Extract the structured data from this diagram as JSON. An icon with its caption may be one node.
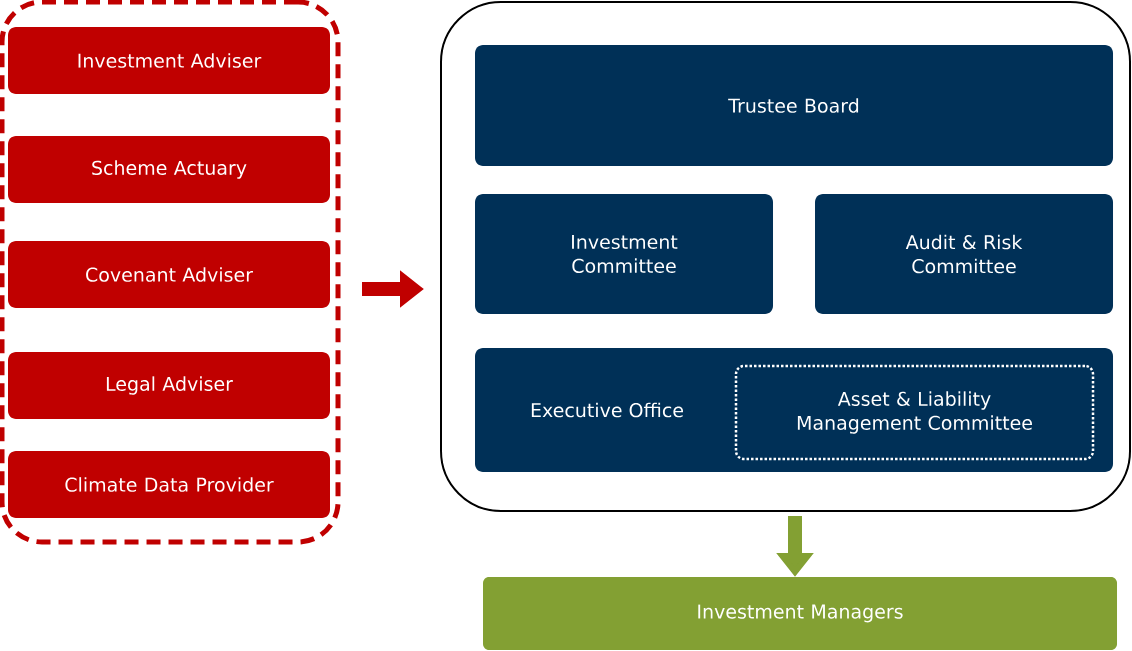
{
  "diagram": {
    "nodes": [
      {
        "text": [],
        "shape": "box"
      },
      {
        "text": [
          "Investment Adviser"
        ],
        "in": 0
      },
      {
        "text": [
          "Scheme Actuary"
        ],
        "in": 0
      },
      {
        "text": [
          "Covenant Adviser"
        ],
        "in": 0
      },
      {
        "text": [
          "Legal Adviser"
        ],
        "in": 0
      },
      {
        "text": [
          "Climate Data Provider"
        ],
        "in": 0
      },
      {
        "text": [],
        "shape": "box"
      },
      {
        "text": [
          "Trustee Board"
        ],
        "in": 6
      },
      {
        "text": [
          "Investment Committee"
        ],
        "in": 6
      },
      {
        "text": [
          "Audit & Risk Committee"
        ],
        "in": 6
      },
      {
        "text": [
          "Executive Office"
        ],
        "in": 6
      },
      {
        "text": [
          "Asset & Liability Management Committee"
        ],
        "in": 10
      },
      {
        "text": [
          "Investment Managers"
        ]
      }
    ],
    "edges": [
      {
        "from": 0,
        "to": 6,
        "arrow": "to",
        "color": "#c00000"
      },
      {
        "from": 6,
        "to": 12,
        "arrow": "to",
        "color": "#83a033"
      }
    ]
  }
}
